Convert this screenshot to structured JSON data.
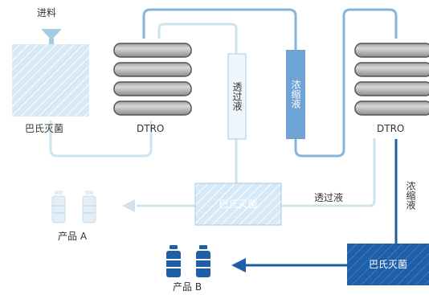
{
  "feed_label": "进料",
  "tank": {
    "label": "巴氏灭菌"
  },
  "unit1": {
    "label": "DTRO"
  },
  "unit2": {
    "label": "DTRO"
  },
  "permeate_column": {
    "label": "透过液"
  },
  "concentrate_column": {
    "label": "浓缩液"
  },
  "sterilizer_mid": {
    "label": "巴氏灭菌"
  },
  "permeate_flow_label": "透过液",
  "concentrate_flow_label": "浓缩液",
  "sterilizer_dark": {
    "label": "巴氏灭菌"
  },
  "product_a": {
    "label": "产品 A"
  },
  "product_b": {
    "label": "产品 B"
  },
  "colors": {
    "light_line": "#cfe3ef",
    "medium_line": "#86b4da",
    "dark_blue": "#1e5fa8",
    "module_gray": "#bdbdbd",
    "light_box": "#e6f1f9"
  }
}
